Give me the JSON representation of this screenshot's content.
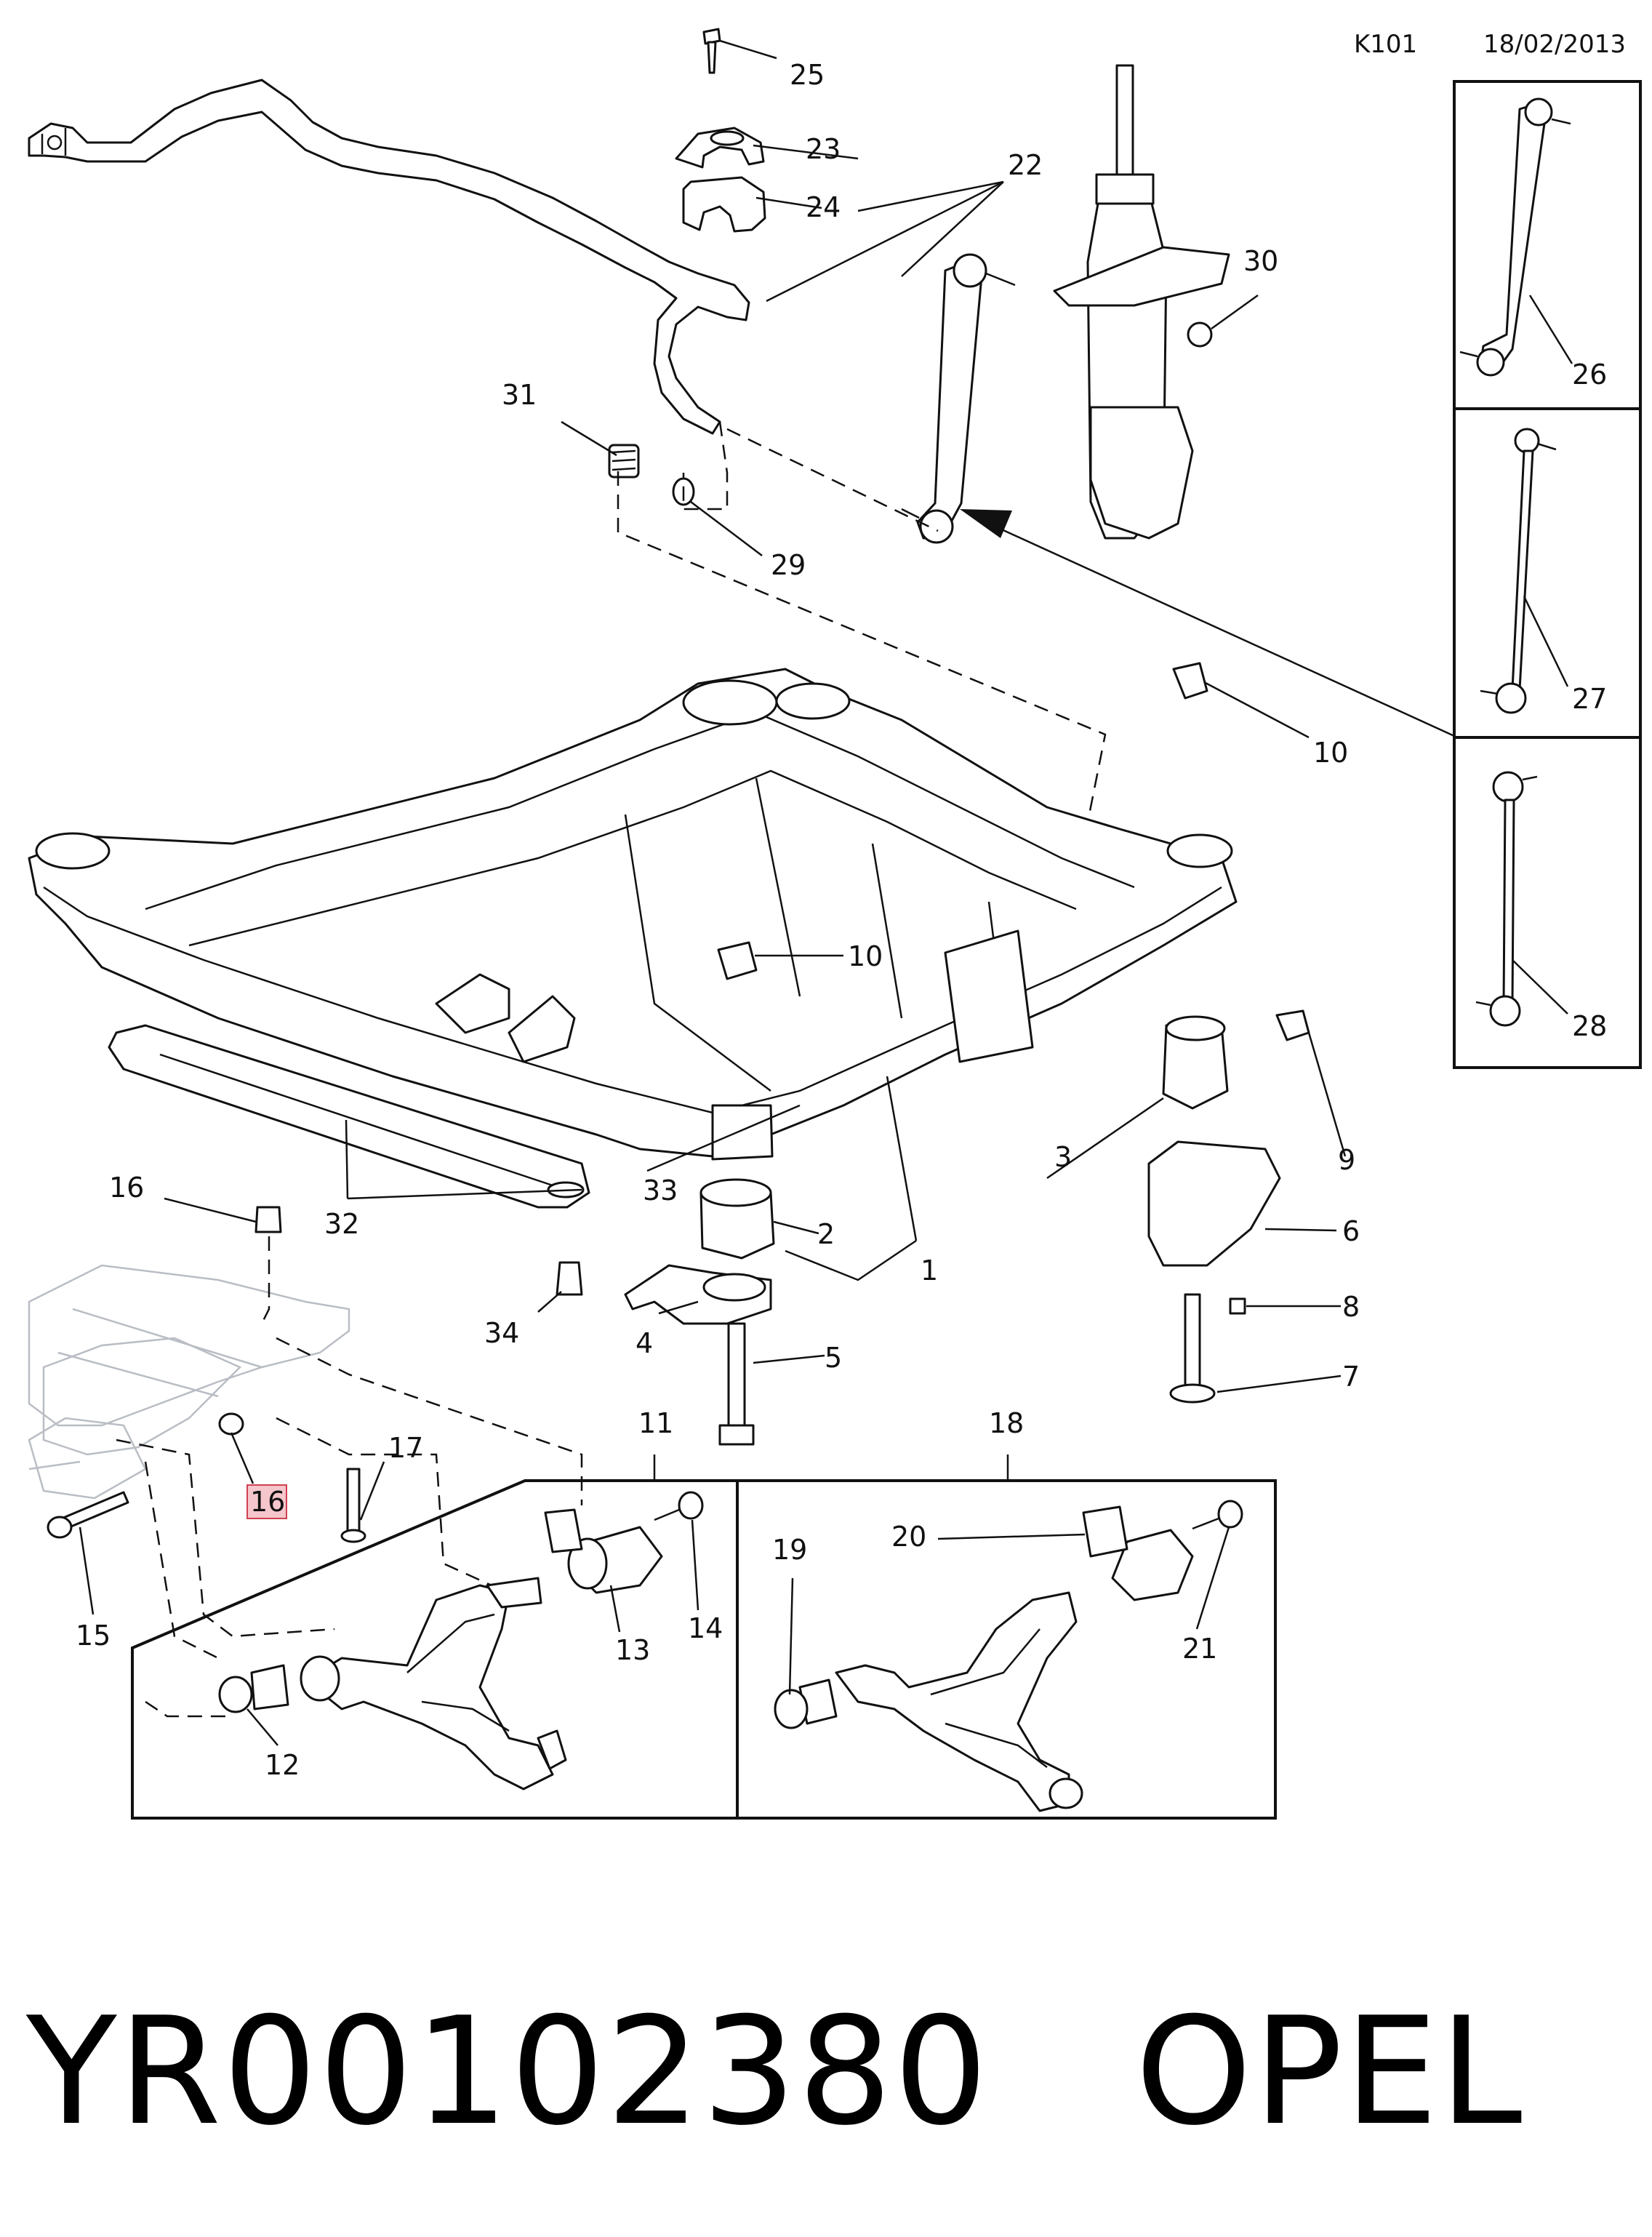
{
  "header": {
    "code": "K101",
    "date": "18/02/2013"
  },
  "callouts": {
    "c1": "1",
    "c2": "2",
    "c3": "3",
    "c4": "4",
    "c5": "5",
    "c6": "6",
    "c7": "7",
    "c8": "8",
    "c9": "9",
    "c10a": "10",
    "c10b": "10",
    "c11": "11",
    "c12": "12",
    "c13": "13",
    "c14": "14",
    "c15": "15",
    "c16a": "16",
    "c16b": "16",
    "c17": "17",
    "c18": "18",
    "c19": "19",
    "c20": "20",
    "c21": "21",
    "c22": "22",
    "c23": "23",
    "c24": "24",
    "c25": "25",
    "c26": "26",
    "c27": "27",
    "c28": "28",
    "c29": "29",
    "c30": "30",
    "c31": "31",
    "c32": "32",
    "c33": "33",
    "c34": "34"
  },
  "highlight_color": "#f5c6cb",
  "footer": {
    "text": "YR00102380   OPEL"
  }
}
